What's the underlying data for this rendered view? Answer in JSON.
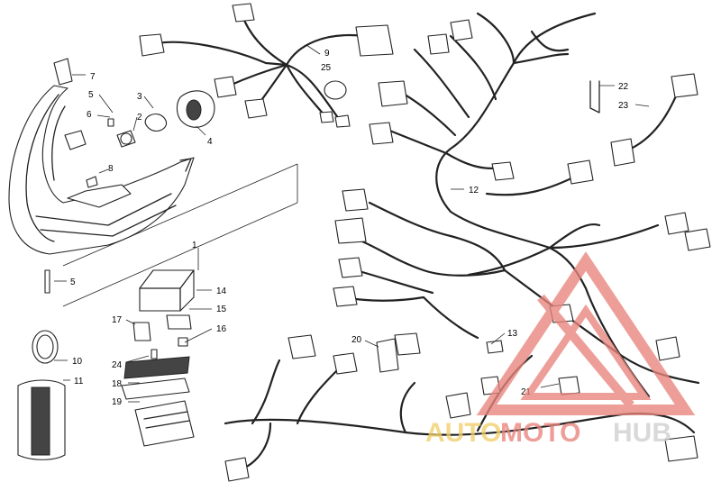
{
  "callouts": {
    "c1": "1",
    "c2": "2",
    "c3": "3",
    "c4": "4",
    "c5a": "5",
    "c5b": "5",
    "c6": "6",
    "c7": "7",
    "c8": "8",
    "c9": "9",
    "c10": "10",
    "c11": "11",
    "c12": "12",
    "c13": "13",
    "c14": "14",
    "c15": "15",
    "c16": "16",
    "c17": "17",
    "c18": "18",
    "c19": "19",
    "c20": "20",
    "c21": "21",
    "c22": "22",
    "c23": "23",
    "c24": "24",
    "c25": "25"
  },
  "watermark": {
    "text_a": "AUTO",
    "text_b": "MOTO",
    "text_c": "HUB",
    "color_red": "#e8847c",
    "color_yellow": "#f2cf6b",
    "color_text_gray": "#cfcfcf"
  }
}
